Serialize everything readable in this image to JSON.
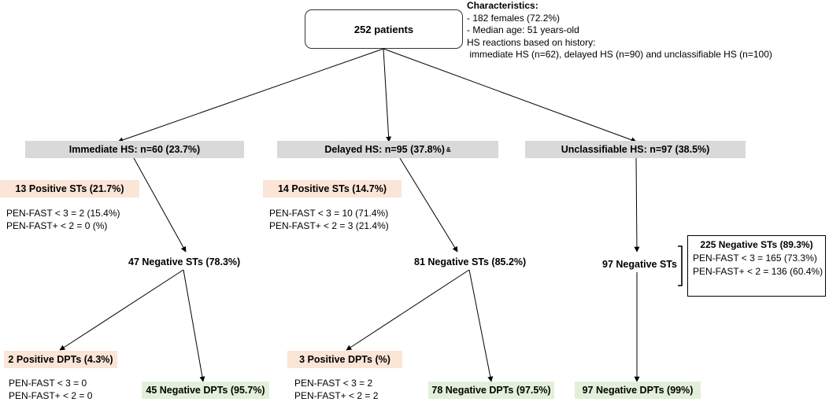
{
  "root": {
    "label": "252 patients"
  },
  "characteristics": {
    "heading": "Characteristics:",
    "lines": [
      "- 182 females (72.2%)",
      "- Median age: 51 years-old",
      "HS reactions based on history:",
      " immediate HS (n=62), delayed HS (n=90) and unclassifiable HS (n=100)"
    ]
  },
  "branches": {
    "immediate": {
      "title": "Immediate HS: n=60 (23.7%)",
      "positive_sts": "13 Positive STs (21.7%)",
      "positive_sts_scores": [
        "PEN-FAST < 3 = 2 (15.4%)",
        "PEN-FAST+ < 2 = 0 (%)"
      ],
      "negative_sts": "47 Negative STs (78.3%)",
      "positive_dpts": "2 Positive DPTs (4.3%)",
      "positive_dpts_scores": [
        "PEN-FAST < 3 = 0",
        "PEN-FAST+ < 2 = 0"
      ],
      "negative_dpts": "45 Negative DPTs (95.7%)"
    },
    "delayed": {
      "title": "Delayed HS: n=95 (37.8%)",
      "title_mark": "&",
      "positive_sts": "14 Positive STs (14.7%)",
      "positive_sts_scores": [
        "PEN-FAST < 3 = 10 (71.4%)",
        "PEN-FAST+ < 2 = 3 (21.4%)"
      ],
      "negative_sts": "81 Negative STs (85.2%)",
      "positive_dpts": "3 Positive DPTs (%)",
      "positive_dpts_scores": [
        "PEN-FAST < 3 = 2",
        "PEN-FAST+ < 2 = 2"
      ],
      "negative_dpts": "78 Negative DPTs (97.5%)"
    },
    "unclassifiable": {
      "title": "Unclassifiable HS: n=97 (38.5%)",
      "negative_sts": "97 Negative STs",
      "negative_dpts": "97 Negative DPTs (99%)"
    }
  },
  "summary_box": {
    "title": "225 Negative STs (89.3%)",
    "lines": [
      "PEN-FAST < 3 = 165 (73.3%)",
      "PEN-FAST+ < 2 = 136 (60.4%)"
    ]
  },
  "colors": {
    "grey_box": "#d9d9d9",
    "peach_box": "#fbe5d6",
    "green_box": "#e2f0d9",
    "line": "#000000"
  }
}
